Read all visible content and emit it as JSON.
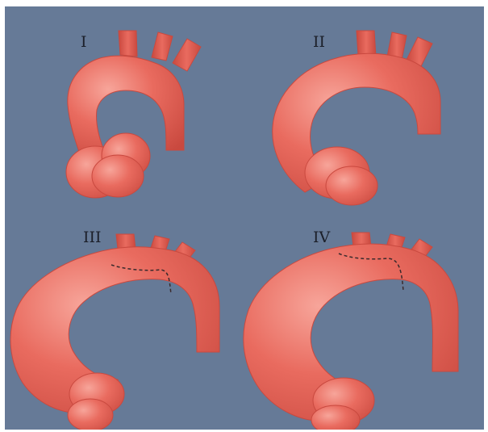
{
  "colors": {
    "background": "#667a97",
    "vessel_fill": "#e96b5f",
    "vessel_shade": "#c9493f",
    "vessel_highlight": "#f7a59a",
    "dashed_line": "#3a2a2c",
    "label_text": "#1b1f29"
  },
  "panels": [
    {
      "label": "I",
      "shape": "normal-arch-with-root-bulges",
      "dashed_boundary": false
    },
    {
      "label": "II",
      "shape": "dilated-ascending-aorta",
      "dashed_boundary": false
    },
    {
      "label": "III",
      "shape": "dilated-ascending-aorta-and-proximal-arch",
      "dashed_boundary": true
    },
    {
      "label": "IV",
      "shape": "dilated-ascending-aorta-and-entire-arch",
      "dashed_boundary": true
    }
  ]
}
